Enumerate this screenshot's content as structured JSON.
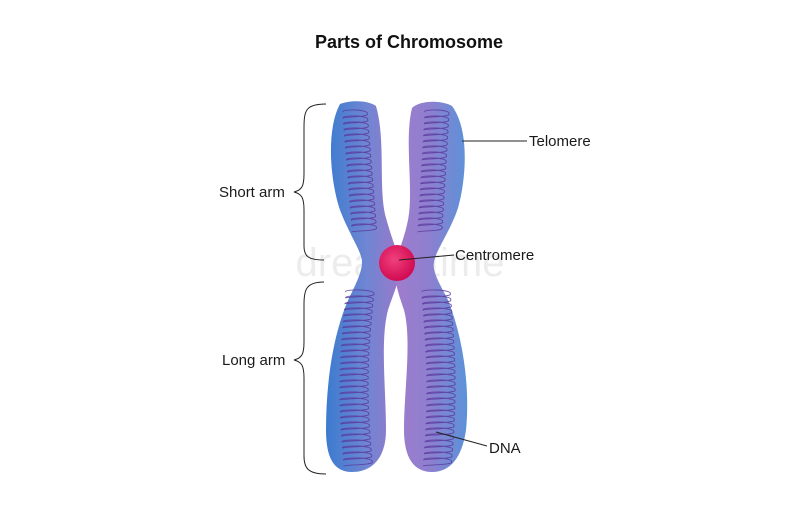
{
  "title": "Parts of Chromosome",
  "watermark": "dreamstime",
  "labels": {
    "telomere": "Telomere",
    "centromere": "Centromere",
    "dna": "DNA",
    "short_arm": "Short arm",
    "long_arm": "Long arm"
  },
  "colors": {
    "chromatid_left_outer": "#3f7fd0",
    "chromatid_left_inner": "#8a6fc8",
    "chromatid_right_outer": "#5a8fd6",
    "chromatid_right_inner": "#9b7ccc",
    "centromere": "#e0105a",
    "dna_coil": "#5b3a9e"
  }
}
